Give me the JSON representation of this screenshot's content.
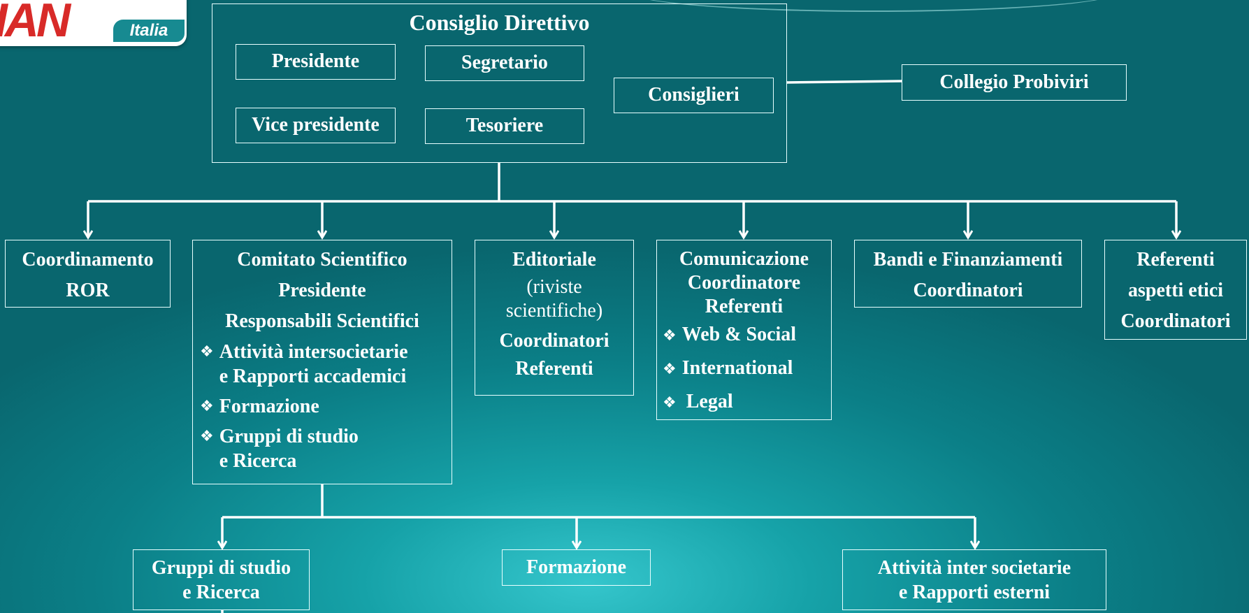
{
  "logo": {
    "main": "IAN",
    "tag": "Italia"
  },
  "consiglio": {
    "title": "Consiglio Direttivo",
    "presidente": "Presidente",
    "segretario": "Segretario",
    "vice_presidente": "Vice presidente",
    "tesoriere": "Tesoriere",
    "consiglieri": "Consiglieri"
  },
  "collegio": "Collegio Probiviri",
  "coordinamento": {
    "line1": "Coordinamento",
    "line2": "ROR"
  },
  "comitato": {
    "title": "Comitato Scientifico",
    "presidente": "Presidente",
    "responsabili": "Responsabili Scientifici",
    "items": [
      [
        "Attività intersocietarie",
        "e Rapporti accademici"
      ],
      [
        "Formazione"
      ],
      [
        "Gruppi di studio",
        "e Ricerca"
      ]
    ]
  },
  "editoriale": {
    "title": "Editoriale",
    "sub1": "(riviste",
    "sub2": "scientifiche)",
    "coordinatori": "Coordinatori",
    "referenti": "Referenti"
  },
  "comunicazione": {
    "title": "Comunicazione",
    "coordinatore": "Coordinatore",
    "referenti": "Referenti",
    "items": [
      "Web & Social",
      "International",
      "Legal"
    ]
  },
  "bandi": {
    "title": "Bandi e Finanziamenti",
    "coordinatori": "Coordinatori"
  },
  "referenti_etici": {
    "line1": "Referenti",
    "line2": "aspetti etici",
    "line3": "Coordinatori"
  },
  "bottom": {
    "gruppi": {
      "line1": "Gruppi di studio",
      "line2": "e Ricerca"
    },
    "formazione": "Formazione",
    "attivita": {
      "line1": "Attività inter societarie",
      "line2": "e Rapporti esterni"
    }
  },
  "colors": {
    "line": "#ffffff",
    "logo_red": "#d82a28",
    "bg_dark": "#09666e",
    "bg_light": "#35c6cc"
  }
}
